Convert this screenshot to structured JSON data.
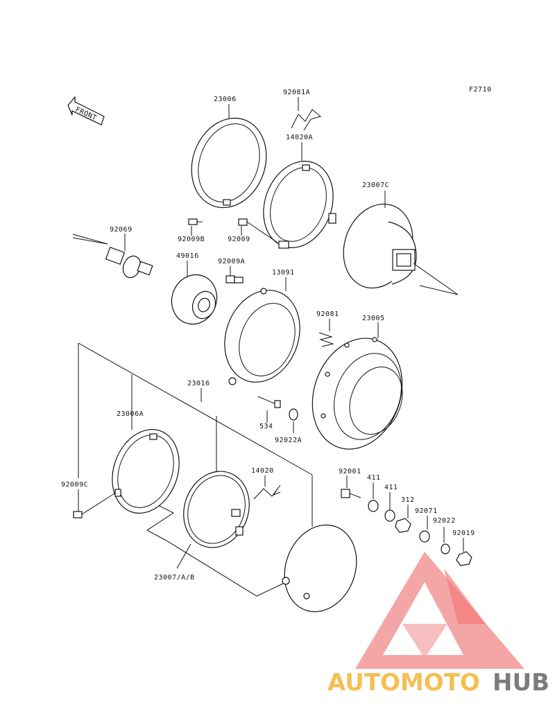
{
  "figure_code": "F2710",
  "front_label": "FRONT",
  "parts": [
    {
      "id": "23006"
    },
    {
      "id": "92081A"
    },
    {
      "id": "14020A"
    },
    {
      "id": "23007C"
    },
    {
      "id": "92069"
    },
    {
      "id": "92009B"
    },
    {
      "id": "92009"
    },
    {
      "id": "49016"
    },
    {
      "id": "92009A"
    },
    {
      "id": "13091"
    },
    {
      "id": "92081"
    },
    {
      "id": "23005"
    },
    {
      "id": "23016"
    },
    {
      "id": "23006A"
    },
    {
      "id": "534"
    },
    {
      "id": "92022A"
    },
    {
      "id": "14020"
    },
    {
      "id": "92001"
    },
    {
      "id": "411"
    },
    {
      "id": "411"
    },
    {
      "id": "312"
    },
    {
      "id": "92071"
    },
    {
      "id": "92022"
    },
    {
      "id": "92019"
    },
    {
      "id": "92009C"
    },
    {
      "id": "23007/A/B"
    }
  ],
  "watermark": {
    "part1": "AUTOMOTO",
    "part2": "HUB",
    "color_light": "#f4b942",
    "color_red": "#ef7b7b",
    "color_gray": "#6e6e6e"
  }
}
